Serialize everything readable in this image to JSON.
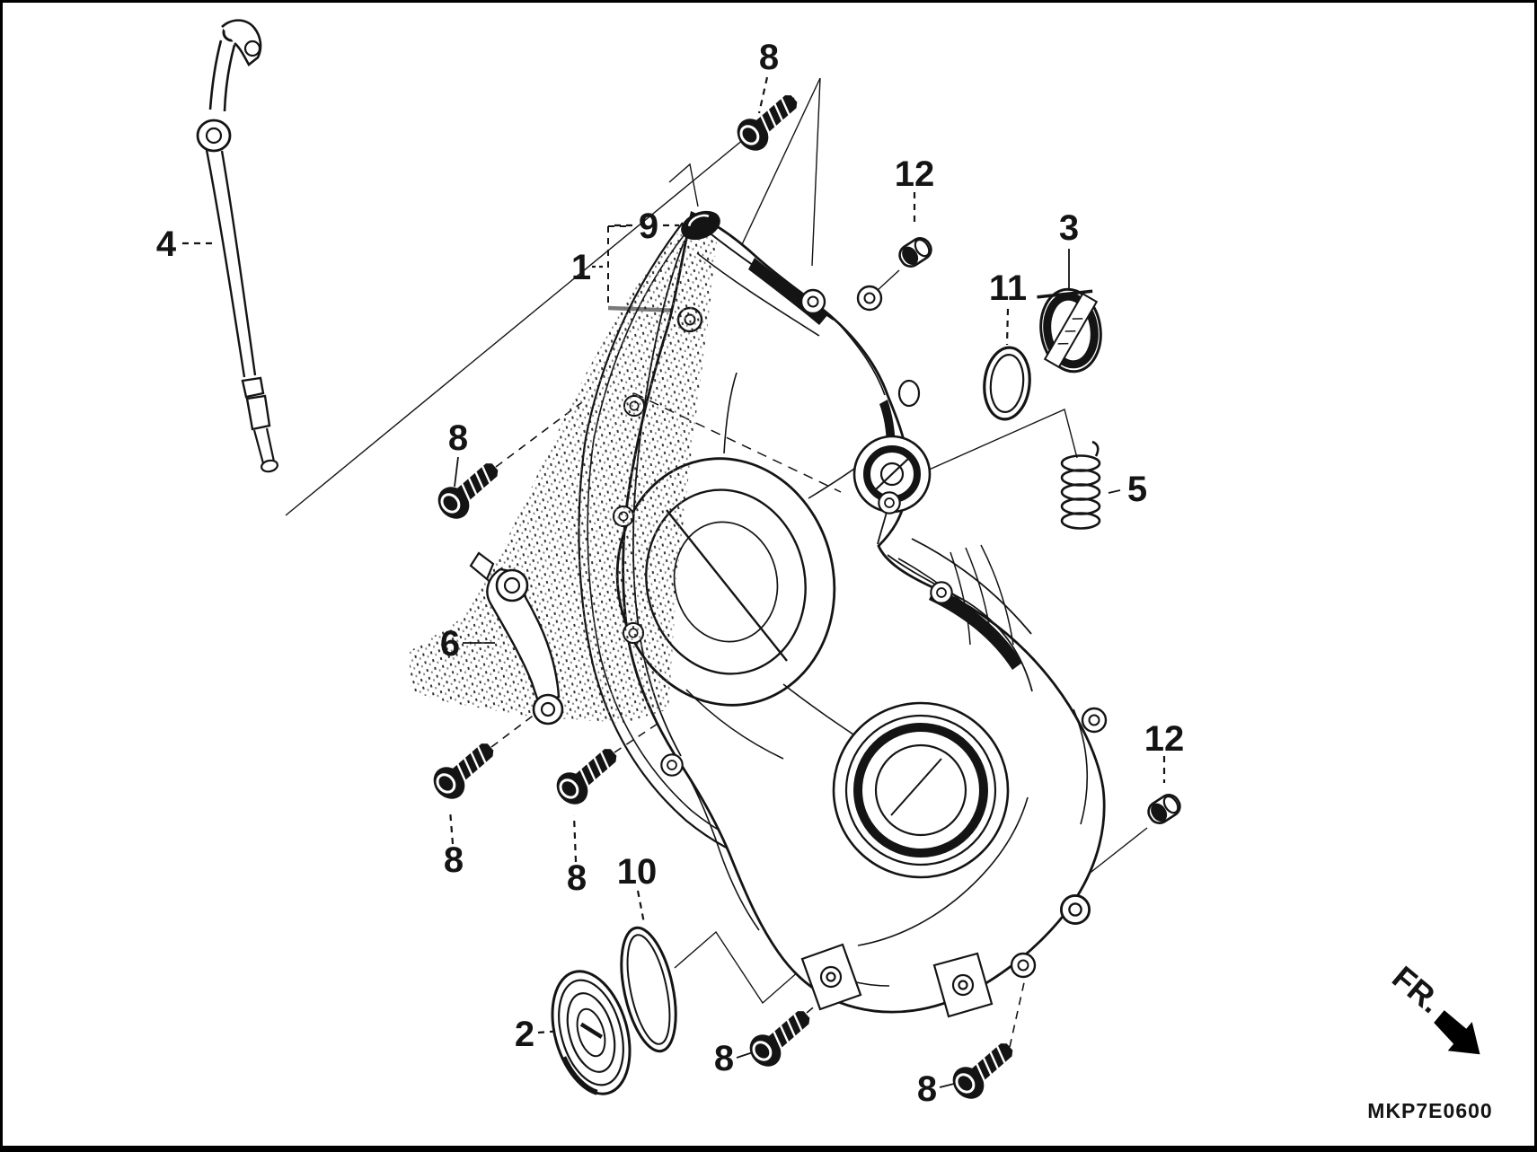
{
  "diagram": {
    "code": "MKP7E0600",
    "direction_label": "FR.",
    "callouts": [
      {
        "label": "4"
      },
      {
        "label": "8"
      },
      {
        "label": "12"
      },
      {
        "label": "3"
      },
      {
        "label": "11"
      },
      {
        "label": "9"
      },
      {
        "label": "1"
      },
      {
        "label": "5"
      },
      {
        "label": "8"
      },
      {
        "label": "6"
      },
      {
        "label": "8"
      },
      {
        "label": "8"
      },
      {
        "label": "10"
      },
      {
        "label": "2"
      },
      {
        "label": "8"
      },
      {
        "label": "8"
      },
      {
        "label": "12"
      }
    ],
    "colors": {
      "ink": "#141414",
      "paper": "#ffffff",
      "muted_line": "#777777"
    }
  }
}
